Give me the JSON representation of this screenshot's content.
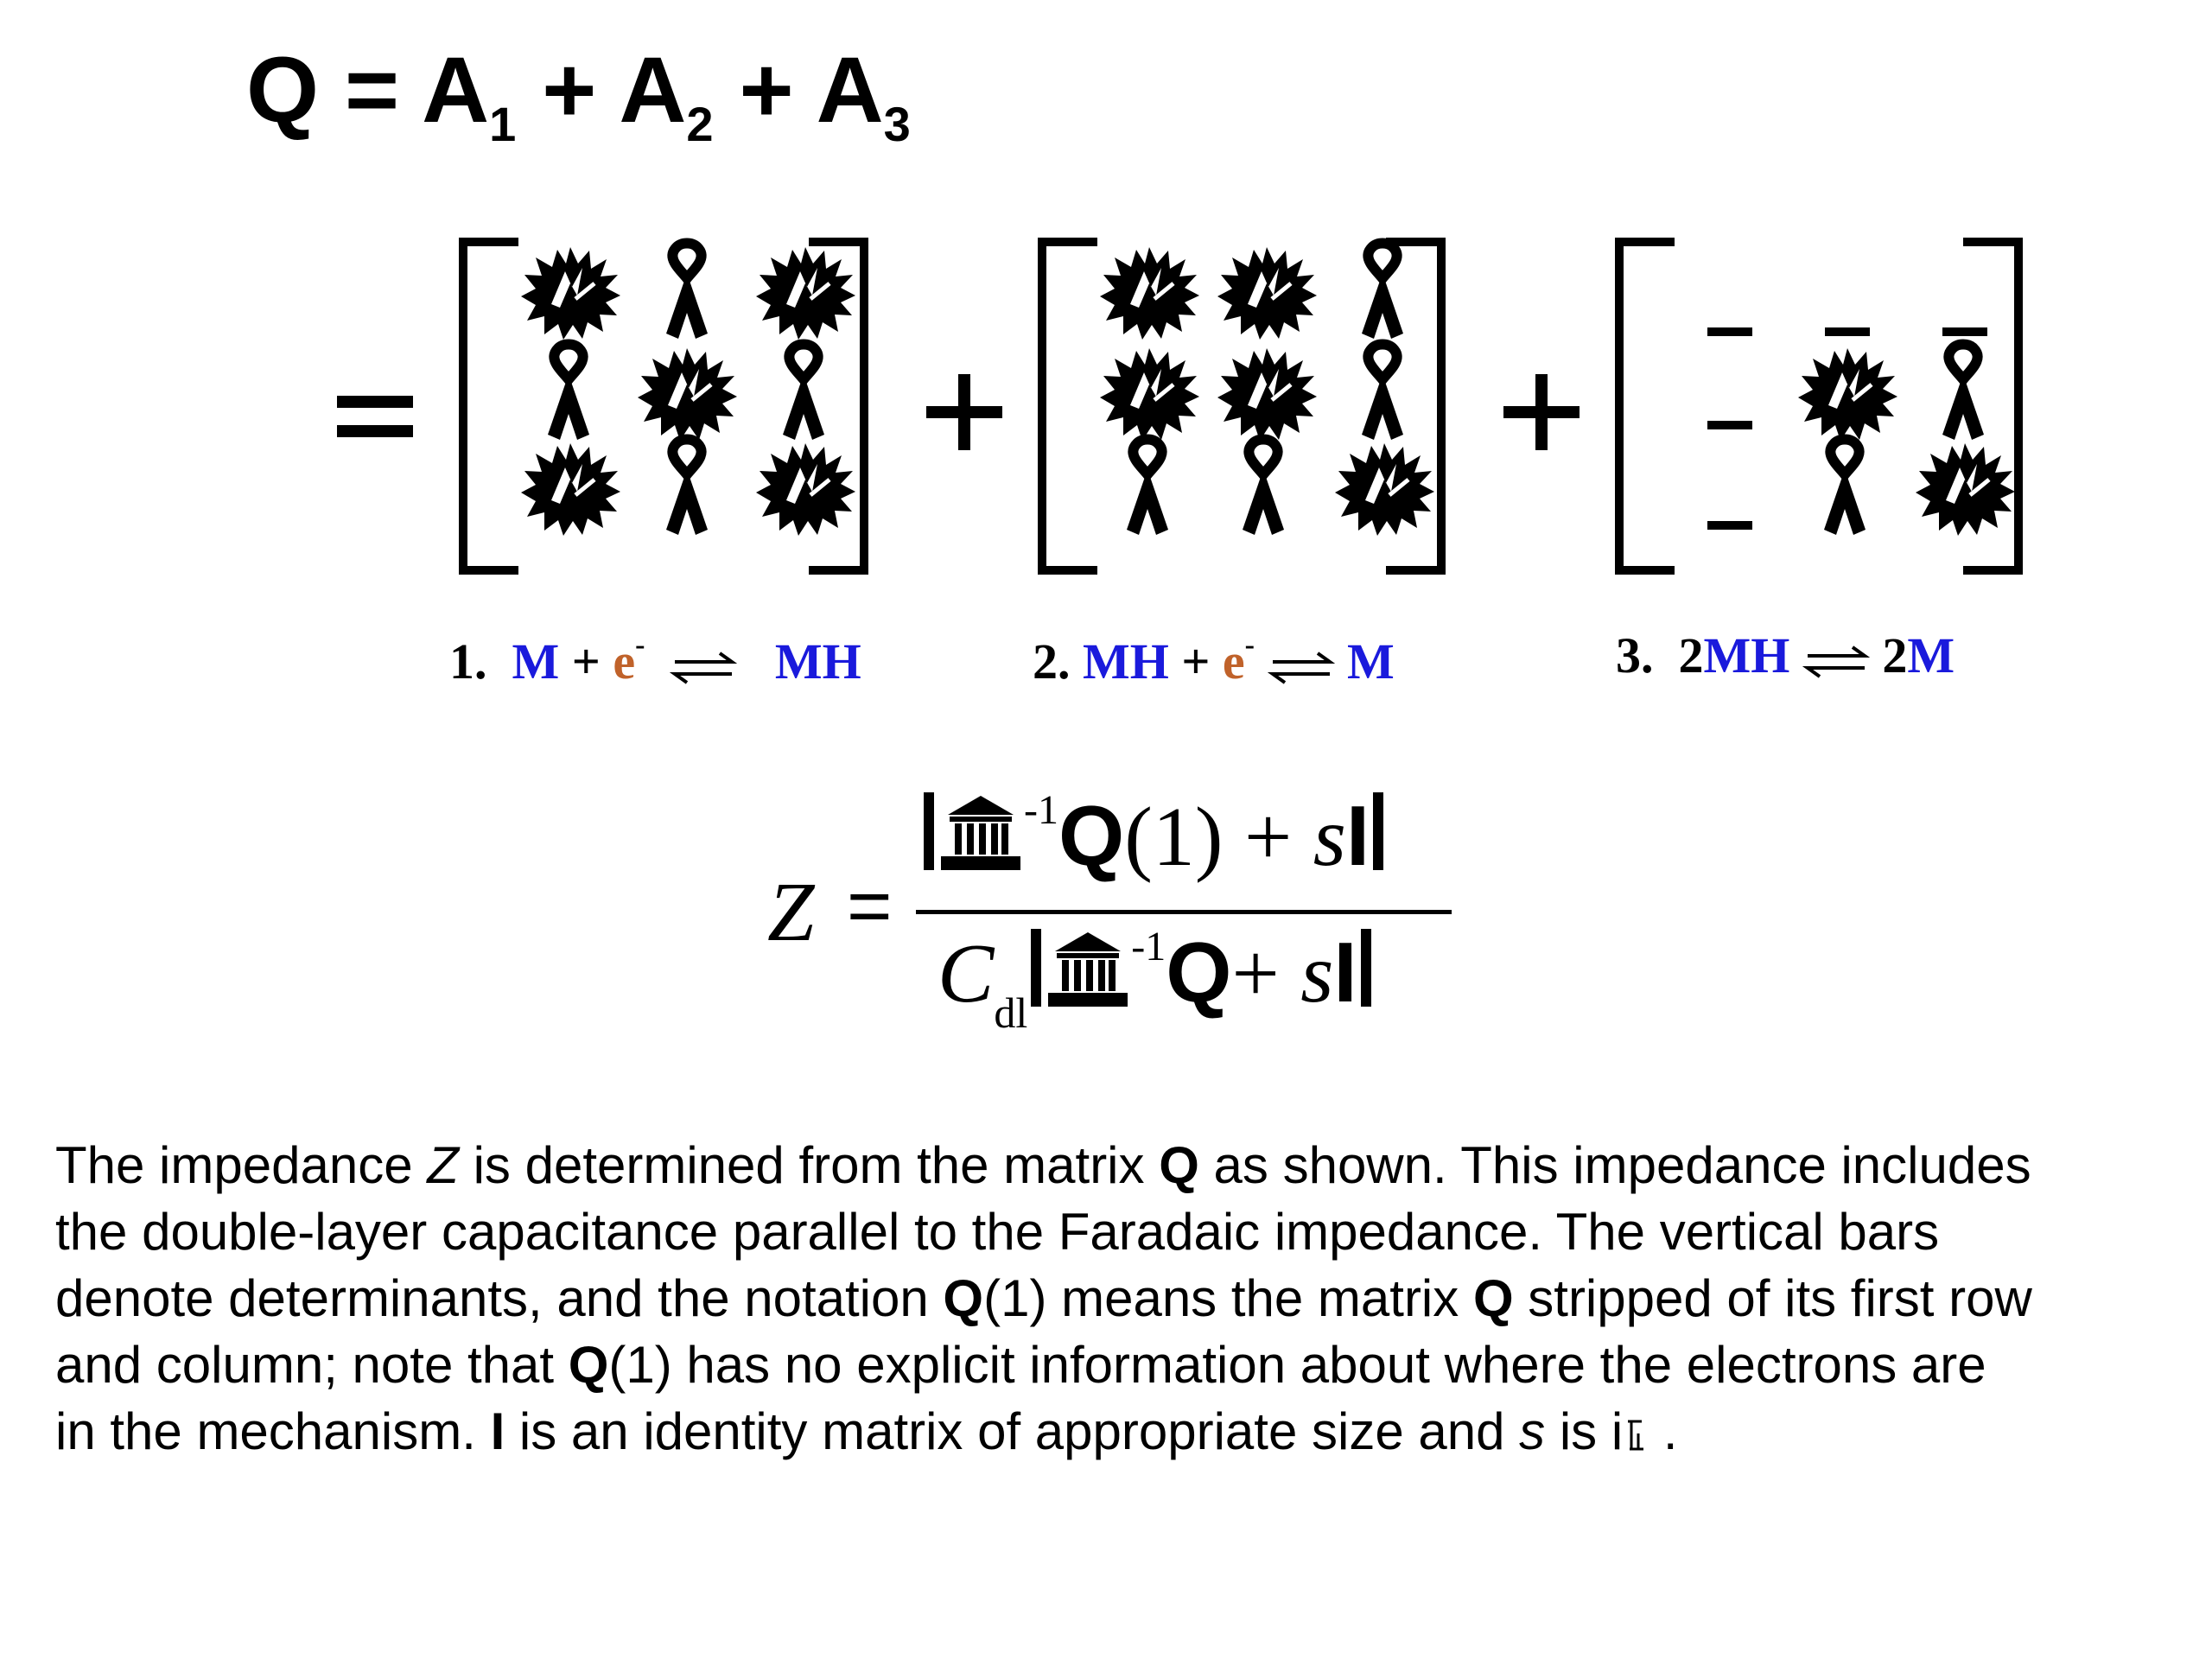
{
  "header_equation": {
    "lhs": "Q",
    "eq": "=",
    "terms": [
      {
        "base": "A",
        "sub": "1"
      },
      {
        "base": "A",
        "sub": "2"
      },
      {
        "base": "A",
        "sub": "3"
      }
    ],
    "plus": "+"
  },
  "matrices": {
    "equals": "=",
    "plus": "+",
    "grid_symbols": [
      [
        [
          "burst",
          "ribbon",
          "burst"
        ],
        [
          "ribbon",
          "burst",
          "ribbon"
        ],
        [
          "burst",
          "ribbon",
          "burst"
        ]
      ],
      [
        [
          "burst",
          "burst",
          "ribbon"
        ],
        [
          "burst",
          "burst",
          "ribbon"
        ],
        [
          "ribbon",
          "ribbon",
          "burst"
        ]
      ],
      [
        [
          "dash",
          "dash",
          "dash"
        ],
        [
          "dash",
          "burst",
          "ribbon"
        ],
        [
          "dash",
          "ribbon",
          "burst"
        ]
      ]
    ]
  },
  "reactions": [
    {
      "num": "1.",
      "left": "M",
      "plus": "+",
      "electron": "e",
      "charge": "-",
      "right": "MH"
    },
    {
      "num": "2.",
      "left": "MH",
      "plus": "+",
      "electron": "e",
      "charge": "-",
      "right": "M"
    },
    {
      "num": "3.",
      "left_coef": "2",
      "left": "MH",
      "right_coef": "2",
      "right": "M"
    }
  ],
  "impedance_formula": {
    "lhs": "Z",
    "eq": "=",
    "numerator": {
      "inv": "-1",
      "matrix": "Q",
      "arg": "(1)",
      "plus": "+",
      "s": "s",
      "identity": "I"
    },
    "denominator": {
      "cap": "C",
      "cap_sub": "dl",
      "inv": "-1",
      "matrix": "Q",
      "plus": "+",
      "s": "s",
      "identity": "I"
    }
  },
  "paragraph": {
    "l1a": "The impedance ",
    "l1z": "Z",
    "l1b": " is determined from the matrix ",
    "l1q": "Q",
    "l1c": " as shown. This impedance includes",
    "l2": "the double-layer capacitance parallel to the Faradaic impedance. The vertical bars",
    "l3a": "denote determinants, and the notation ",
    "l3q": "Q",
    "l3b": "(1) means the matrix ",
    "l3q2": "Q",
    "l3c": " stripped of its first row",
    "l4a": "and column; note that ",
    "l4q": "Q",
    "l4b": "(1) has no explicit information about where the electrons are",
    "l5a": "in the mechanism. ",
    "l5i": "I",
    "l5b": " is an identity matrix of appropriate size and ",
    "l5s": "s",
    "l5c": " is i",
    "l5d": " ."
  }
}
